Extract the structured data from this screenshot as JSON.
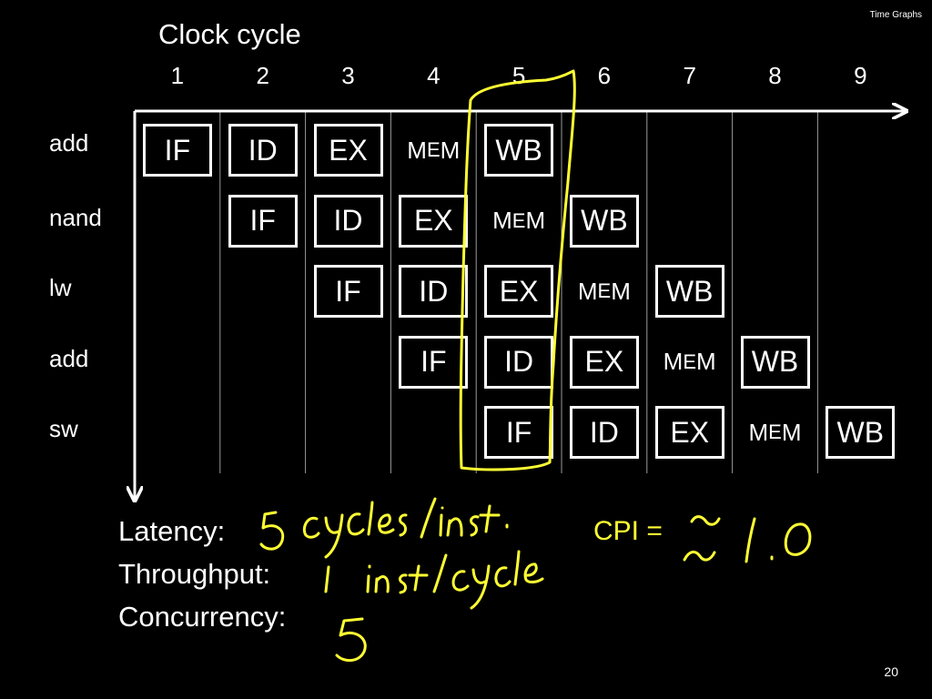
{
  "slide": {
    "corner_title": "Time Graphs",
    "page_number": "20",
    "clock_title": "Clock cycle"
  },
  "cycles": [
    "1",
    "2",
    "3",
    "4",
    "5",
    "6",
    "7",
    "8",
    "9"
  ],
  "instructions": [
    {
      "label": "add",
      "stages": [
        "IF",
        "ID",
        "EX",
        "MEM",
        "WB"
      ]
    },
    {
      "label": "nand",
      "stages": [
        "IF",
        "ID",
        "EX",
        "MEM",
        "WB"
      ]
    },
    {
      "label": "lw",
      "stages": [
        "IF",
        "ID",
        "EX",
        "MEM",
        "WB"
      ]
    },
    {
      "label": "add",
      "stages": [
        "IF",
        "ID",
        "EX",
        "MEM",
        "WB"
      ]
    },
    {
      "label": "sw",
      "stages": [
        "IF",
        "ID",
        "EX",
        "MEM",
        "WB"
      ]
    }
  ],
  "highlight_cycle": "5",
  "metrics": {
    "latency_label": "Latency:",
    "throughput_label": "Throughput:",
    "concurrency_label": "Concurrency:",
    "cpi_label": "CPI =",
    "latency_value": "5 cycles / inst.",
    "throughput_value": "1 inst / cycle",
    "concurrency_value": "5",
    "cpi_value": "≈ 1.0"
  },
  "colors": {
    "background": "#000000",
    "foreground": "#ffffff",
    "annotation": "#ffff33"
  }
}
